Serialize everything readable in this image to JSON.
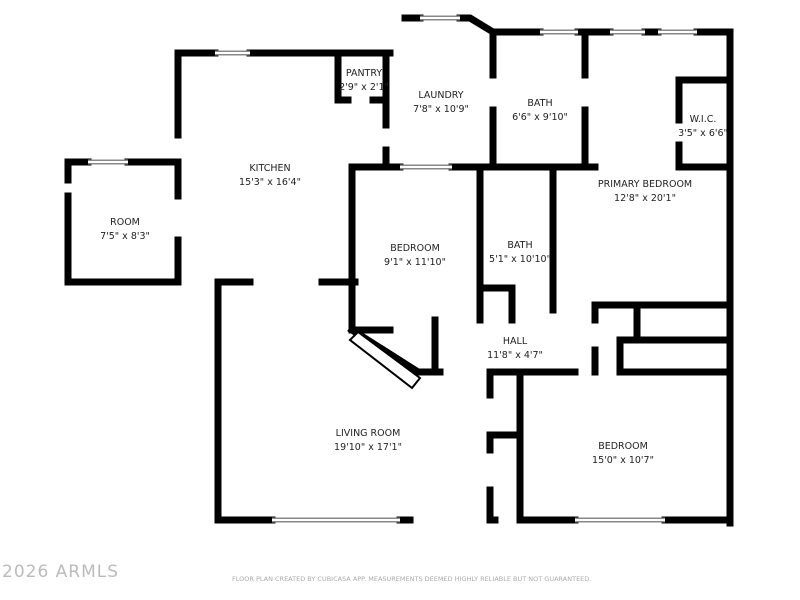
{
  "rooms": [
    {
      "name": "ROOM",
      "size": "7'5\" x 8'3\""
    },
    {
      "name": "KITCHEN",
      "size": "15'3\" x 16'4\""
    },
    {
      "name": "PANTRY",
      "size": "2'9\" x 2'1\""
    },
    {
      "name": "LAUNDRY",
      "size": "7'8\" x 10'9\""
    },
    {
      "name": "BATH",
      "size": "6'6\" x 9'10\""
    },
    {
      "name": "W.I.C.",
      "size": "3'5\" x 6'6\""
    },
    {
      "name": "PRIMARY BEDROOM",
      "size": "12'8\" x 20'1\""
    },
    {
      "name": "BEDROOM",
      "size": "9'1\" x 11'10\""
    },
    {
      "name": "BATH",
      "size": "5'1\" x 10'10\""
    },
    {
      "name": "HALL",
      "size": "11'8\" x 4'7\""
    },
    {
      "name": "LIVING ROOM",
      "size": "19'10\" x 17'1\""
    },
    {
      "name": "BEDROOM",
      "size": "15'0\" x 10'7\""
    }
  ],
  "watermark": "2026 ARMLS",
  "disclaimer": "FLOOR PLAN CREATED BY CUBICASA APP. MEASUREMENTS DEEMED HIGHLY RELIABLE BUT NOT GUARANTEED.",
  "colors": {
    "wall": "#000000",
    "background": "#ffffff"
  }
}
